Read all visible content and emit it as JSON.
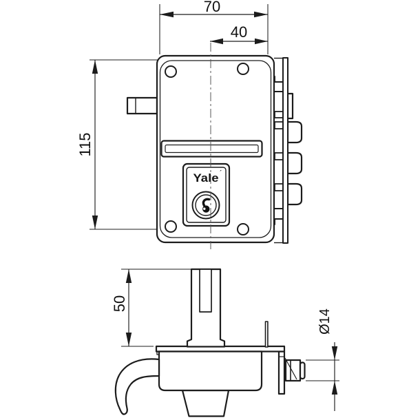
{
  "drawing": {
    "brand": "Yale",
    "brand_mark": "´",
    "dims": {
      "total_width": "70",
      "backset": "40",
      "total_height": "115",
      "stem_depth": "50",
      "bolt_diameter": "Ø14"
    },
    "colors": {
      "line": "#1c1c1c",
      "background": "#ffffff"
    }
  }
}
